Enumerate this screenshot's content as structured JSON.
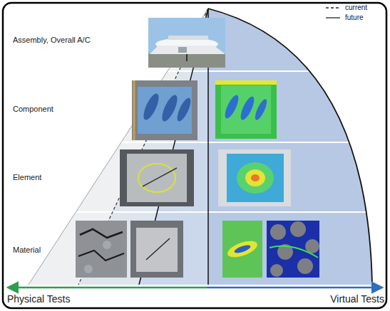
{
  "diagram": {
    "labels": [
      "Assembly, Overall A/C",
      "Component",
      "Element",
      "Material",
      "Physical Tests",
      "Virtual Tests"
    ],
    "legend": [
      {
        "text": "current"
      },
      {
        "text": "future"
      }
    ]
  }
}
